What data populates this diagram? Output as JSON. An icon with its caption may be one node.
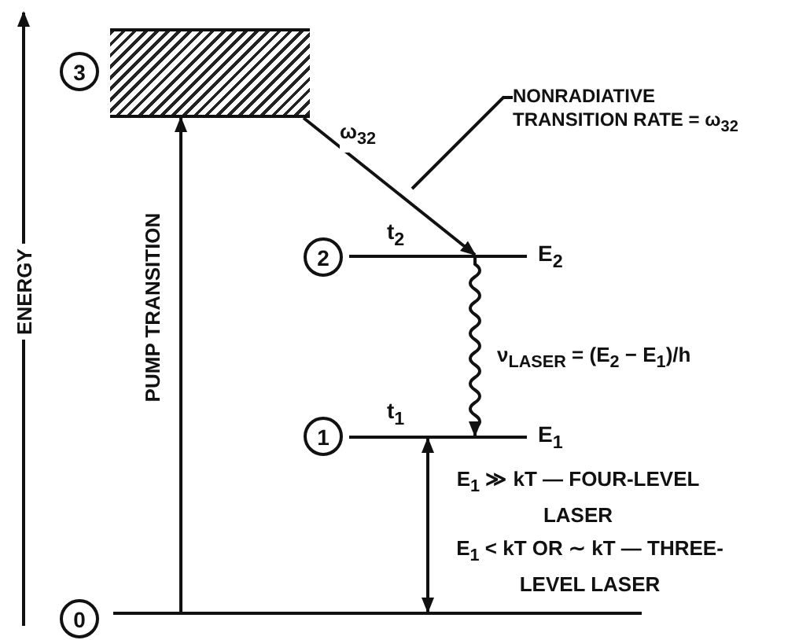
{
  "diagram": {
    "nodes": [
      {
        "text": [
          "3"
        ]
      },
      {
        "text": [],
        "shape": "box"
      },
      {
        "text": [
          "2"
        ]
      },
      {
        "text": [],
        "shape": "bar",
        "beside": [
          "t$_{2}$",
          "E$_{2}$"
        ]
      },
      {
        "text": [
          "1"
        ]
      },
      {
        "text": [],
        "shape": "bar",
        "beside": [
          "t$_{1}$",
          "E$_{1}$"
        ]
      },
      {
        "text": [
          "0"
        ]
      },
      {
        "text": [],
        "shape": "bar"
      },
      {
        "text": [
          "NONRADIATIVE TRANSITION RATE = ω$_{32}$"
        ]
      }
    ],
    "edges": [
      {
        "from": 7,
        "to": 1,
        "arrow": "to",
        "label": "PUMP TRANSITION"
      },
      {
        "from": 1,
        "to": 3,
        "arrow": "to",
        "label": "ω$_{32}$"
      },
      {
        "from": 3,
        "to": 5,
        "arrow": "to",
        "label": "ν$_{LASER}$ = (E$_{2}$ − E$_{1}$)/h"
      },
      {
        "from": 7,
        "to": 5,
        "arrow": "both"
      },
      {
        "from": 8,
        "to": null,
        "arrow": "none"
      }
    ],
    "labels": [
      "ENERGY",
      "E$_{1}$ ≫ kT — FOUR-LEVEL LASER",
      "E$_{1}$ < kT OR ∼ kT — THREE-LEVEL LASER"
    ]
  }
}
